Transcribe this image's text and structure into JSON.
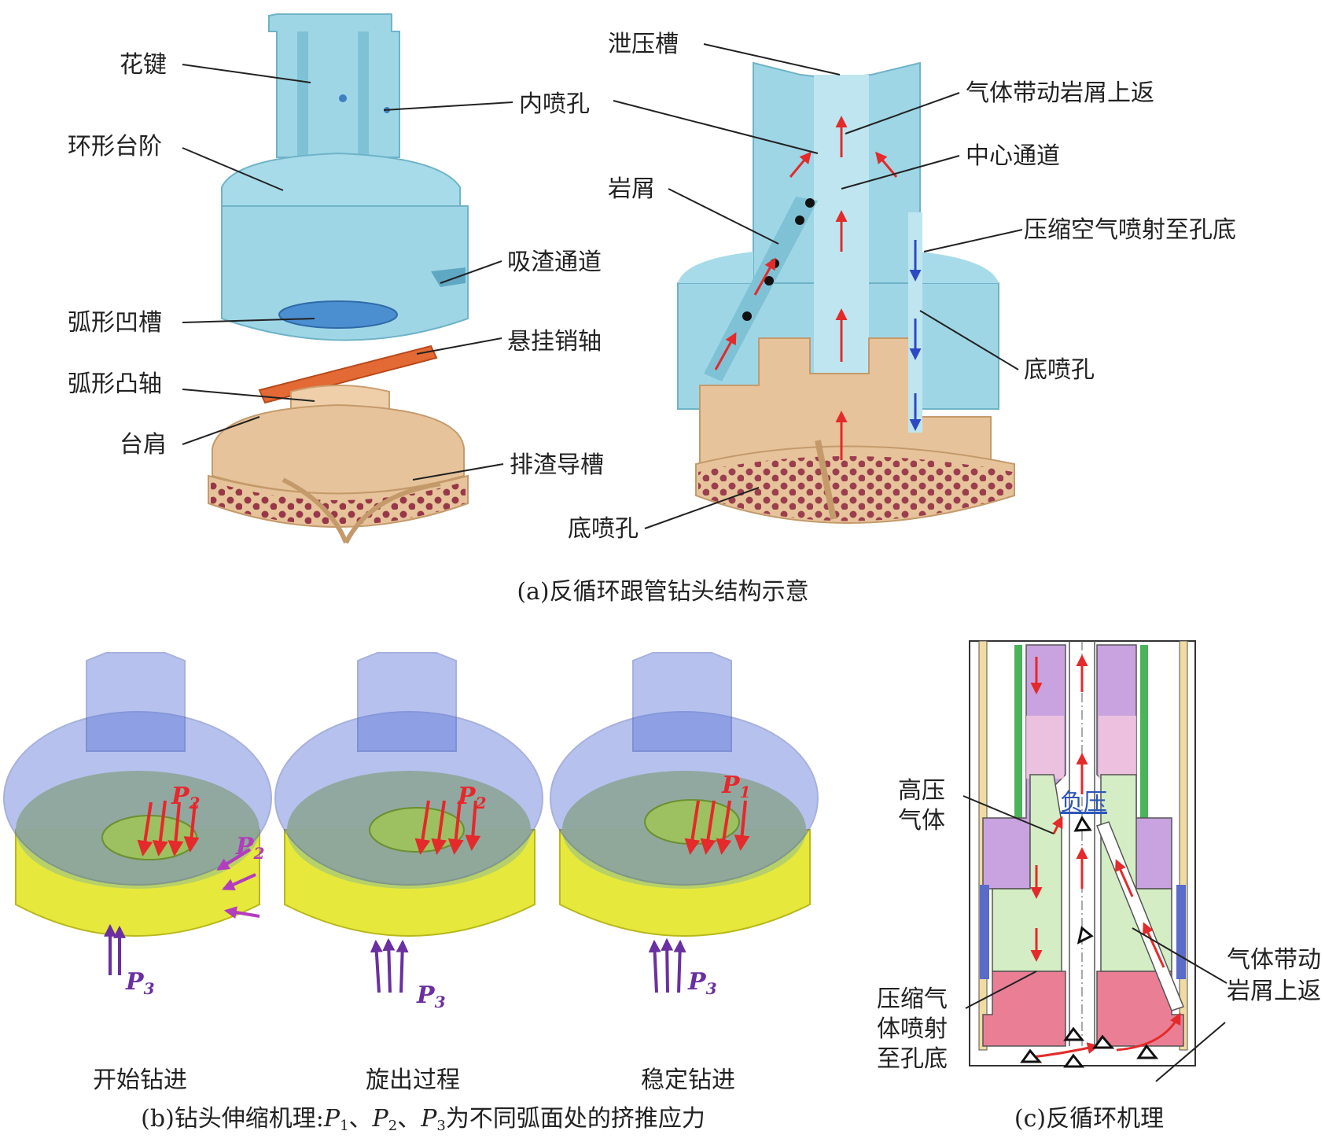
{
  "panel_a": {
    "caption": "(a)反循环跟管钻头结构示意",
    "left_labels": {
      "spline": "花键",
      "inner_nozzle": "内喷孔",
      "ring_step": "环形台阶",
      "slag_channel": "吸渣通道",
      "arc_groove": "弧形凹槽",
      "hanging_pin": "悬挂销轴",
      "arc_convex_shaft": "弧形凸轴",
      "shoulder": "台肩",
      "slag_guide_groove": "排渣导槽",
      "bottom_nozzle_lower": "底喷孔"
    },
    "right_labels": {
      "relief_groove": "泄压槽",
      "gas_lifts_cuttings": "气体带动岩屑上返",
      "center_channel": "中心通道",
      "cuttings": "岩屑",
      "compressed_air_jet": "压缩空气喷射至孔底",
      "bottom_nozzle": "底喷孔"
    }
  },
  "panel_b": {
    "caption": "(b)钻头伸缩机理:P1、P2、P3为不同弧面处的挤推应力",
    "stages": [
      "开始钻进",
      "旋出过程",
      "稳定钻进"
    ],
    "p_letter": "P",
    "sub1": "1",
    "sub2": "2",
    "sub3": "3",
    "colors": {
      "p_red": "#e8262b",
      "p_purple": "#6a2fa0",
      "p_magenta": "#b23dbd"
    }
  },
  "panel_c": {
    "caption": "(c)反循环机理",
    "high_pressure_gas_line1": "高压",
    "high_pressure_gas_line2": "气体",
    "negative_pressure": "负压",
    "compressed_gas_line1": "压缩气",
    "compressed_gas_line2": "体喷射",
    "compressed_gas_line3": "至孔底",
    "gas_lifts_line1": "气体带动",
    "gas_lifts_line2": "岩屑上返"
  },
  "colors": {
    "steel_blue": "#9fd6e6",
    "bit_tan": "#e7c39b",
    "carbide": "#8e2740",
    "pin_orange": "#e36a35",
    "trans_blue": "#5f78d8",
    "yellow": "#e6e83c",
    "green": "#b5cf6a",
    "arrow_red": "#e42a2a",
    "arrow_blue": "#2b49c2"
  }
}
